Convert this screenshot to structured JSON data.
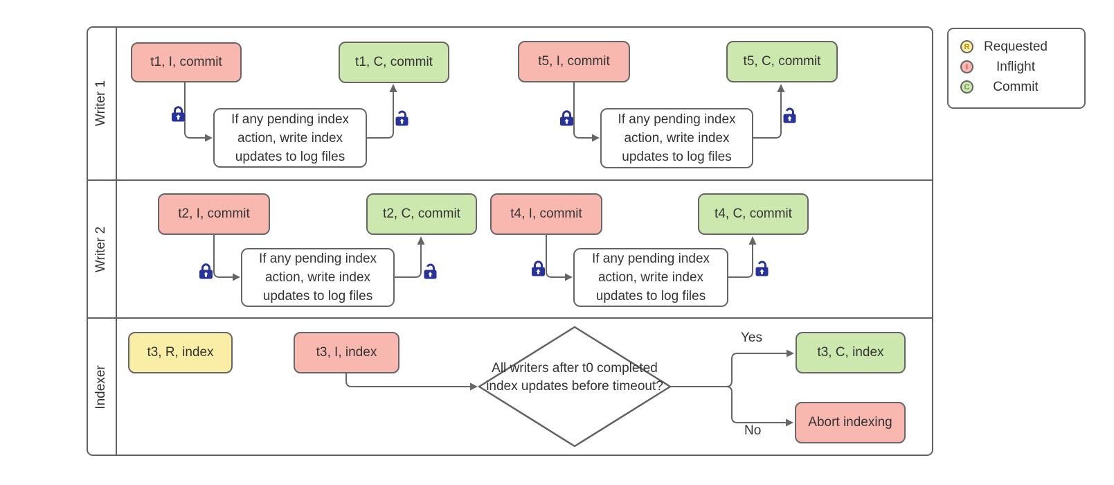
{
  "diagram": {
    "lanes": [
      {
        "label": "Writer 1"
      },
      {
        "label": "Writer 2"
      },
      {
        "label": "Indexer"
      }
    ],
    "nodes": {
      "t1_inflight": "t1, I, commit",
      "t1_commit": "t1, C, commit",
      "t5_inflight": "t5, I, commit",
      "t5_commit": "t5, C, commit",
      "t2_inflight": "t2, I, commit",
      "t2_commit": "t2, C, commit",
      "t4_inflight": "t4, I, commit",
      "t4_commit": "t4, C, commit",
      "t3_requested": "t3, R, index",
      "t3_inflight": "t3, I, index",
      "t3_commit": "t3, C, index",
      "abort": "Abort indexing"
    },
    "process_text": "If any pending index action, write index updates to log files",
    "decision": {
      "text": "All writers after t0 completed index updates before timeout?",
      "yes_label": "Yes",
      "no_label": "No"
    }
  },
  "legend": {
    "items": [
      {
        "letter": "R",
        "label": "Requested",
        "fill": "#faeea7",
        "letter_color": "#bd8f00"
      },
      {
        "letter": "I",
        "label": "Inflight",
        "fill": "#f9b8af",
        "letter_color": "#c4564e"
      },
      {
        "letter": "C",
        "label": "Commit",
        "fill": "#cde8af",
        "letter_color": "#6d9c4c"
      }
    ]
  },
  "colors": {
    "requested_fill": "#faeea7",
    "inflight_fill": "#f9b8af",
    "commit_fill": "#cde8af",
    "lock": "#28329b",
    "shape_border": "#666666",
    "connector": "#666666",
    "text": "#333333"
  }
}
